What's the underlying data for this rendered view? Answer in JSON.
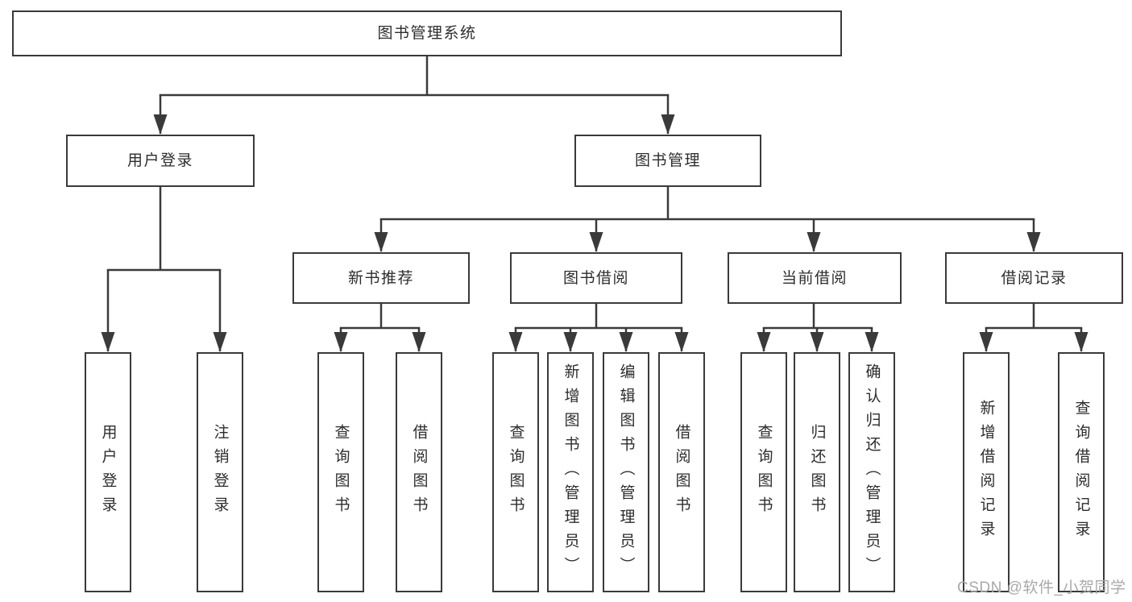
{
  "diagram": {
    "title_node": {
      "label": "图书管理系统"
    },
    "level1": {
      "user_login": {
        "label": "用户登录"
      },
      "book_mgmt": {
        "label": "图书管理"
      }
    },
    "level2": {
      "new_books": {
        "label": "新书推荐"
      },
      "book_borrow": {
        "label": "图书借阅"
      },
      "current_borrow": {
        "label": "当前借阅"
      },
      "borrow_records": {
        "label": "借阅记录"
      }
    },
    "leaves": {
      "a1": {
        "label": "用户登录"
      },
      "a2": {
        "label": "注销登录"
      },
      "b1": {
        "label": "查询图书"
      },
      "b2": {
        "label": "借阅图书"
      },
      "c1": {
        "label": "查询图书"
      },
      "c2": {
        "label": "新增图书（管理员）"
      },
      "c3": {
        "label": "编辑图书（管理员）"
      },
      "c4": {
        "label": "借阅图书"
      },
      "d1": {
        "label": "查询图书"
      },
      "d2": {
        "label": "归还图书"
      },
      "d3": {
        "label": "确认归还（管理员）"
      },
      "e1": {
        "label": "新增借阅记录"
      },
      "e2": {
        "label": "查询借阅记录"
      }
    },
    "colors": {
      "line": "#3a3a3a",
      "border": "#3a3a3a",
      "text": "#2d2d2d",
      "background": "#ffffff",
      "watermark_text": "#a9a9a9"
    }
  },
  "watermark": {
    "text": "CSDN @软件_小贺同学"
  }
}
